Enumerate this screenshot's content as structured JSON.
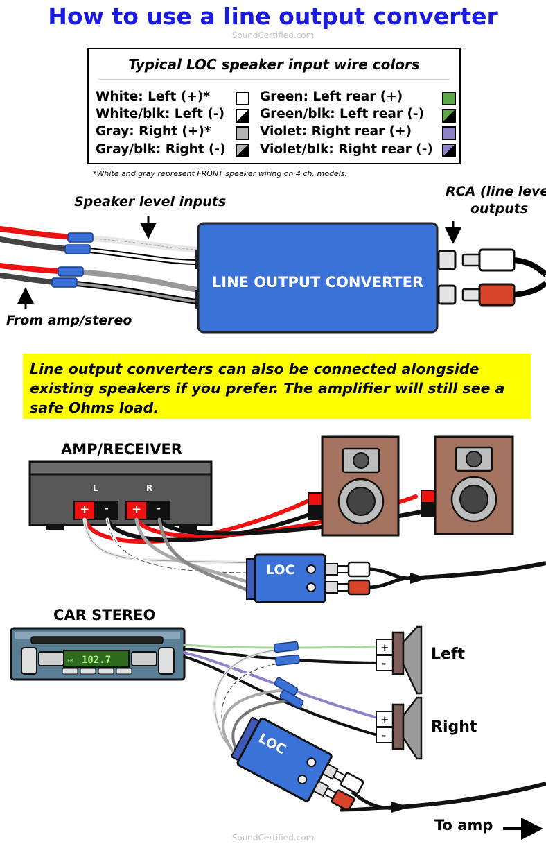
{
  "title": "How to use a line output converter",
  "watermark_top": "SoundCertified.com",
  "watermark_bottom": "SoundCertified.com",
  "legend": {
    "title": "Typical LOC speaker input wire colors",
    "left": [
      {
        "label": "White: Left (+)*",
        "swatch": "#ffffff",
        "striped": false
      },
      {
        "label": "White/blk: Left (-)",
        "swatch": "#ffffff",
        "striped": true
      },
      {
        "label": "Gray: Right (+)*",
        "swatch": "#b3b3b3",
        "striped": false
      },
      {
        "label": "Gray/blk: Right (-)",
        "swatch": "#b3b3b3",
        "striped": true
      }
    ],
    "right": [
      {
        "label": "Green: Left rear (+)",
        "swatch": "#5aa846",
        "striped": false
      },
      {
        "label": "Green/blk: Left rear (-)",
        "swatch": "#5aa846",
        "striped": true
      },
      {
        "label": "Violet: Right rear (+)",
        "swatch": "#8f82c8",
        "striped": false
      },
      {
        "label": "Violet/blk: Right rear (-)",
        "swatch": "#8f82c8",
        "striped": true
      }
    ],
    "footnote": "*White and gray represent FRONT speaker wiring on 4 ch. models."
  },
  "top_diagram": {
    "speaker_level_label": "Speaker level inputs",
    "rca_label_line1": "RCA (line level)",
    "rca_label_line2": "outputs",
    "from_label": "From amp/stereo",
    "converter_label": "LINE OUTPUT CONVERTER"
  },
  "note": "Line output converters can also be connected alongside existing speakers if you prefer. The amplifier will still see a safe Ohms load.",
  "amp_diagram": {
    "amp_title": "AMP/RECEIVER",
    "channel_left": "L",
    "channel_right": "R",
    "plus": "+",
    "minus": "-",
    "loc_label": "LOC"
  },
  "car_diagram": {
    "title": "CAR STEREO",
    "display_band": "FM",
    "display_freq": "102.7",
    "left_label": "Left",
    "right_label": "Right",
    "loc_label": "LOC",
    "to_amp_label": "To amp"
  },
  "colors": {
    "title": "#1a1ae0",
    "converter_blue": "#3b72d8",
    "note_bg": "#ffff00",
    "speaker_brown": "#a57460",
    "red_wire": "#ee1111",
    "rca_red": "#d8442a"
  }
}
